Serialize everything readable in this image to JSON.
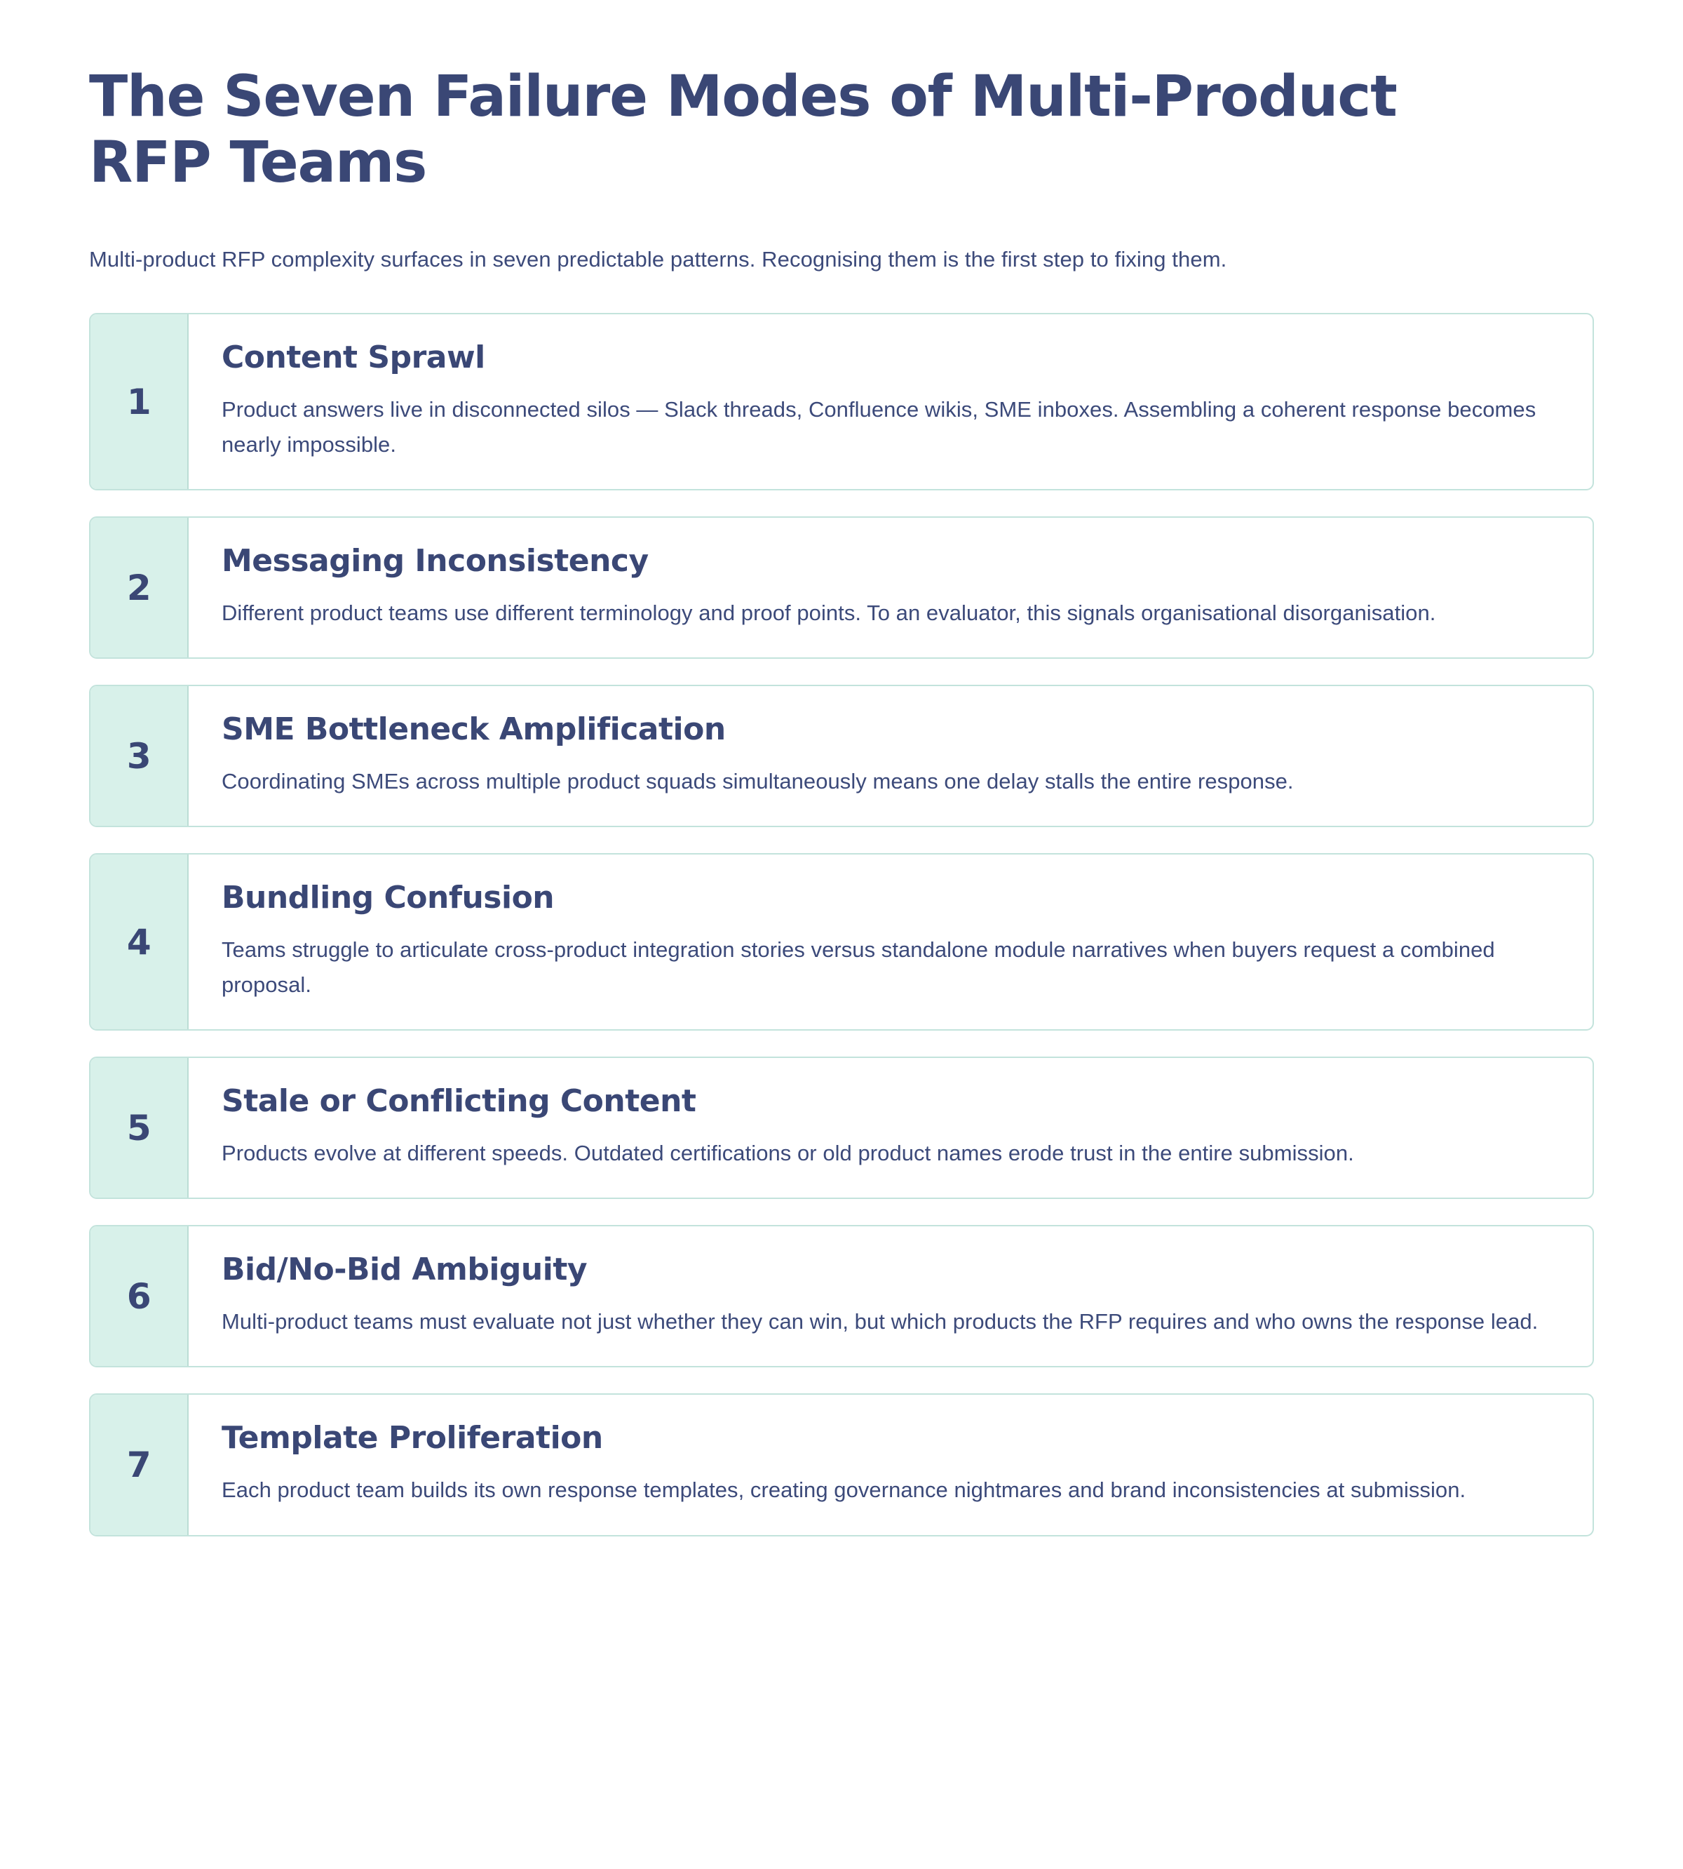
{
  "header": {
    "title": "The Seven Failure Modes of Multi-Product RFP Teams",
    "subtitle": "Multi-product RFP complexity surfaces in seven predictable patterns. Recognising them is the first step to fixing them."
  },
  "colors": {
    "navy": "#3a4775",
    "body_text": "#3c4a7a",
    "mint_fill": "#d8f1ea",
    "card_border": "#c3e3dc",
    "divider": "#bcddd5",
    "background": "#ffffff"
  },
  "cards": [
    {
      "number": "1",
      "heading": "Content Sprawl",
      "text": "Product answers live in disconnected silos — Slack threads, Confluence wikis, SME inboxes. Assembling a coherent response becomes nearly impossible."
    },
    {
      "number": "2",
      "heading": "Messaging Inconsistency",
      "text": "Different product teams use different terminology and proof points. To an evaluator, this signals organisational disorganisation."
    },
    {
      "number": "3",
      "heading": "SME Bottleneck Amplification",
      "text": "Coordinating SMEs across multiple product squads simultaneously means one delay stalls the entire response."
    },
    {
      "number": "4",
      "heading": "Bundling Confusion",
      "text": "Teams struggle to articulate cross-product integration stories versus standalone module narratives when buyers request a combined proposal."
    },
    {
      "number": "5",
      "heading": "Stale or Conflicting Content",
      "text": "Products evolve at different speeds. Outdated certifications or old product names erode trust in the entire submission."
    },
    {
      "number": "6",
      "heading": "Bid/No-Bid Ambiguity",
      "text": "Multi-product teams must evaluate not just whether they can win, but which products the RFP requires and who owns the response lead."
    },
    {
      "number": "7",
      "heading": "Template Proliferation",
      "text": "Each product team builds its own response templates, creating governance nightmares and brand inconsistencies at submission."
    }
  ]
}
